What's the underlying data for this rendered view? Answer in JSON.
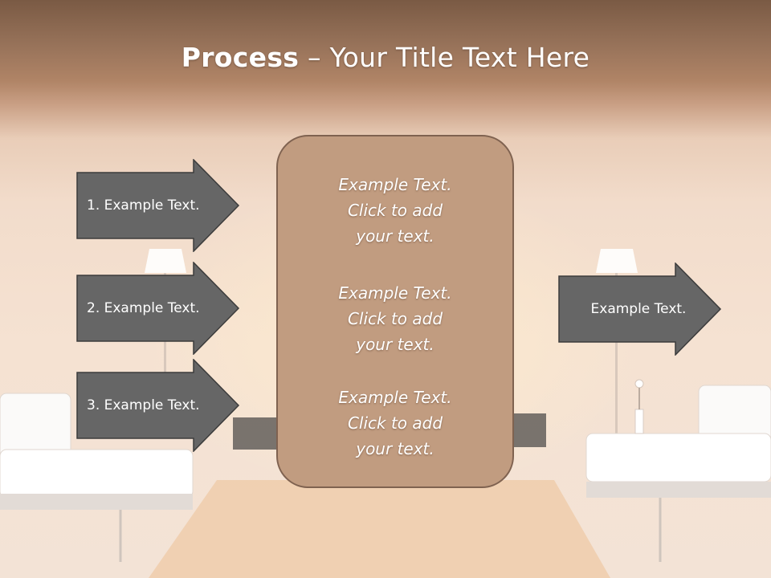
{
  "slide": {
    "title_bold": "Process",
    "title_rest": " – Your Title Text Here",
    "left_arrows": [
      {
        "label": "1. Example Text."
      },
      {
        "label": "2. Example Text."
      },
      {
        "label": "3. Example Text."
      }
    ],
    "center_blocks": [
      {
        "line1": "Example Text.",
        "line2": "Click  to add",
        "line3": "your text."
      },
      {
        "line1": "Example Text.",
        "line2": "Click  to add",
        "line3": "your text."
      },
      {
        "line1": "Example Text.",
        "line2": "Click  to add",
        "line3": "your text."
      }
    ],
    "right_arrow": {
      "label": "Example Text."
    }
  },
  "colors": {
    "arrow_fill": "#666666",
    "arrow_stroke": "#3c3c3c",
    "box_fill": "#c19c80",
    "box_stroke": "#7f6250",
    "title_text": "#ffffff"
  }
}
